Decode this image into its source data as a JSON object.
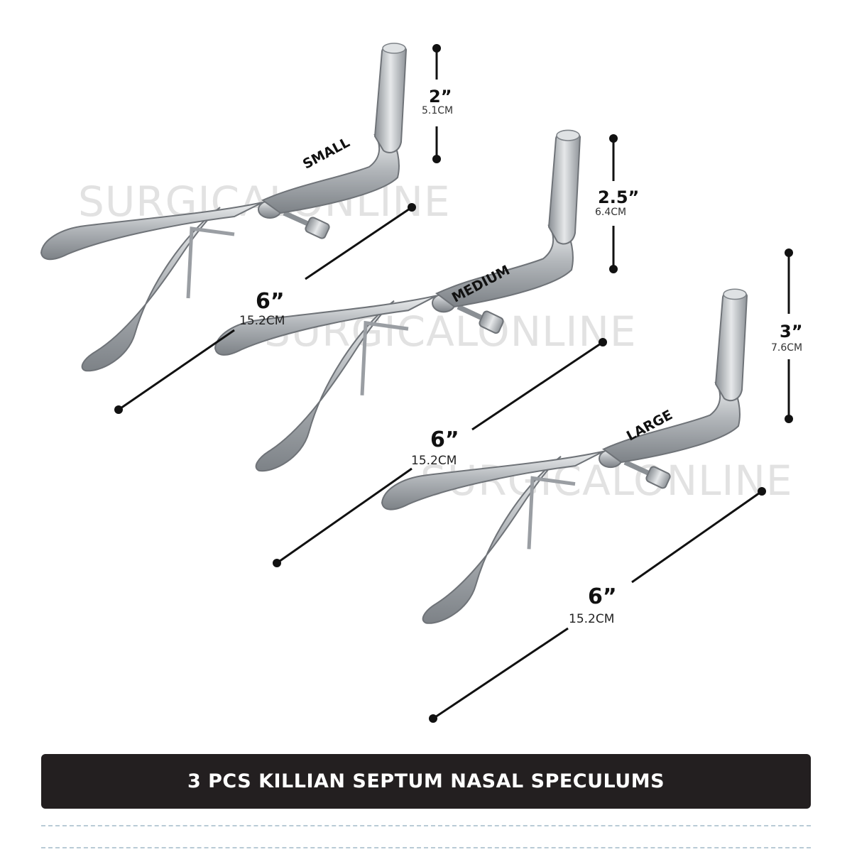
{
  "title": "3 PCS KILLIAN SEPTUM NASAL SPECULUMS",
  "watermark": "SURGICALONLINE",
  "items": [
    {
      "size": "SMALL",
      "blade_in": "2”",
      "blade_cm": "5.1CM",
      "length_in": "6”",
      "length_cm": "15.2CM"
    },
    {
      "size": "MEDIUM",
      "blade_in": "2.5”",
      "blade_cm": "6.4CM",
      "length_in": "6”",
      "length_cm": "15.2CM"
    },
    {
      "size": "LARGE",
      "blade_in": "3”",
      "blade_cm": "7.6CM",
      "length_in": "6”",
      "length_cm": "15.2CM"
    }
  ],
  "colors": {
    "banner": "#231f20",
    "banner_text": "#ffffff",
    "steel": "#a9adb1",
    "dash": "#b9cbd6"
  }
}
